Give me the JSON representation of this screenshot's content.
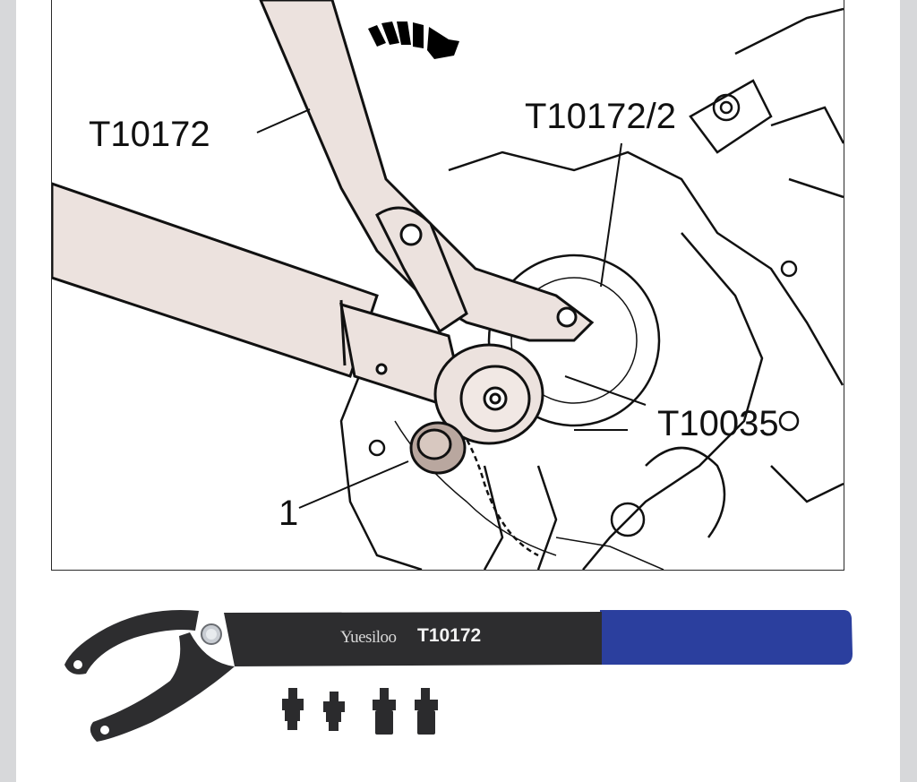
{
  "diagram": {
    "callouts": {
      "main_tool": "T10172",
      "pin": "T10172/2",
      "holder": "T10035",
      "part": "1"
    },
    "rotation_arrow": "clockwise-arrow"
  },
  "product": {
    "brand": "Yuesiloo",
    "model": "T10172",
    "handle_color": "#2b3f9e",
    "tool_color": "#2d2d2f",
    "adapter_pins_count": 4
  },
  "colors": {
    "tool_fill": "#ece2de",
    "side_bars": "#d7d8da"
  }
}
